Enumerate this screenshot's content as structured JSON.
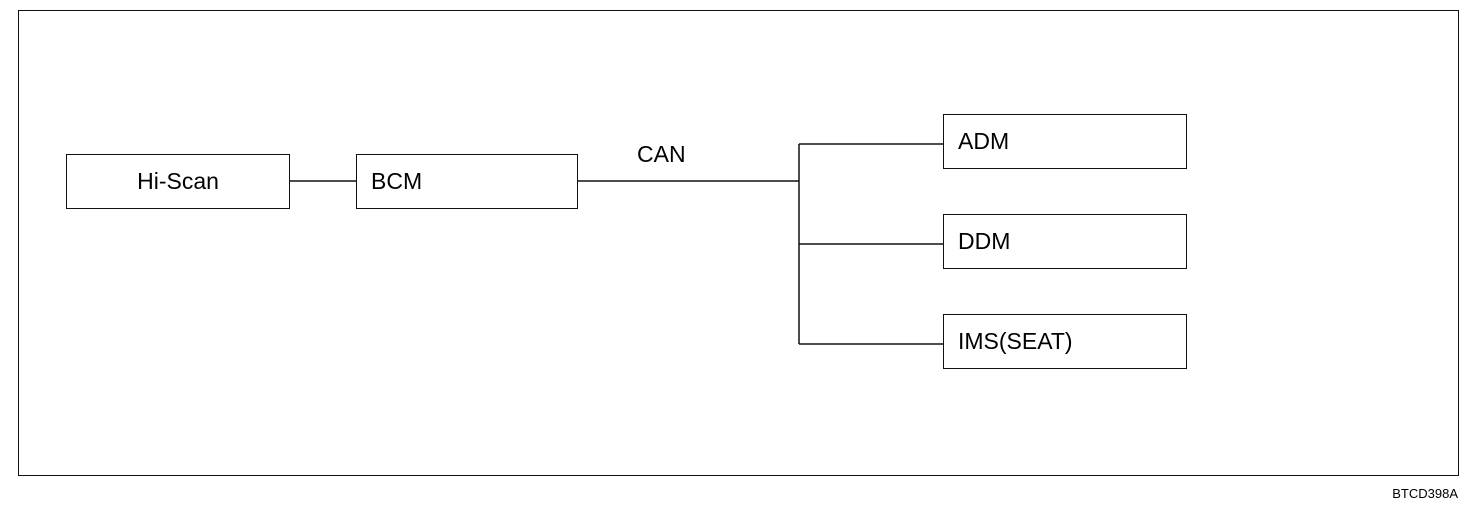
{
  "diagram": {
    "nodes": {
      "hi_scan": "Hi-Scan",
      "bcm": "BCM",
      "adm": "ADM",
      "ddm": "DDM",
      "ims_seat": "IMS(SEAT)"
    },
    "bus_label": "CAN",
    "connections": [
      {
        "from": "hi_scan",
        "to": "bcm"
      },
      {
        "from": "bcm",
        "to": "adm",
        "via": "CAN"
      },
      {
        "from": "bcm",
        "to": "ddm",
        "via": "CAN"
      },
      {
        "from": "bcm",
        "to": "ims_seat",
        "via": "CAN"
      }
    ]
  },
  "figure_code": "BTCD398A"
}
